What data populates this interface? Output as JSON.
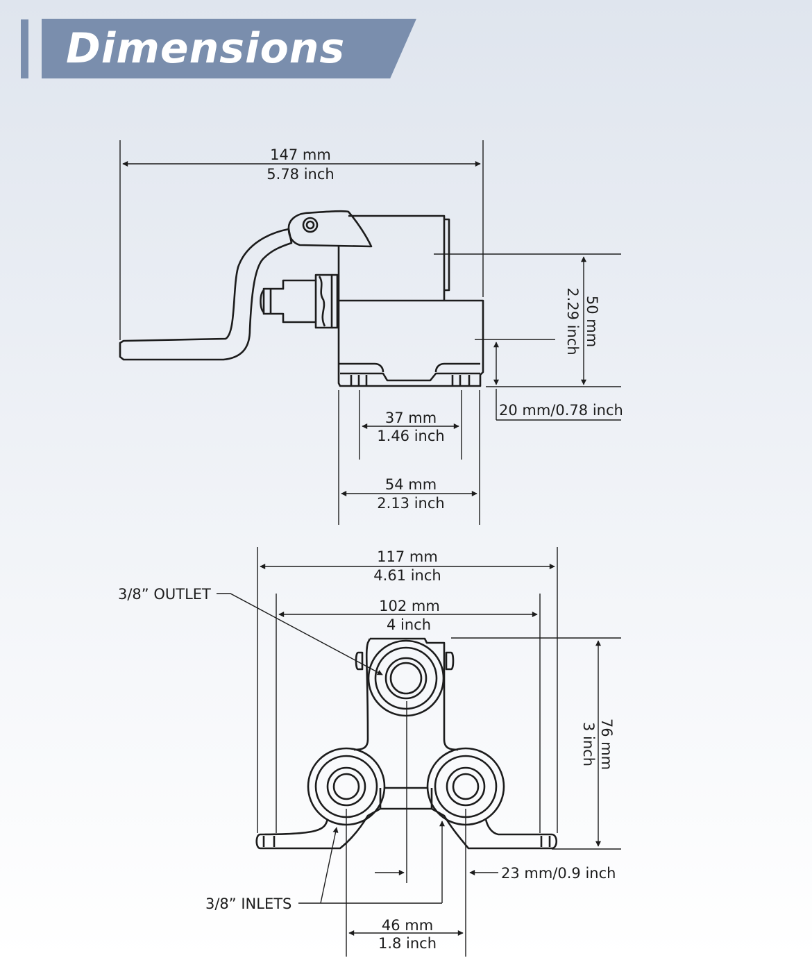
{
  "header": {
    "title": "Dimensions"
  },
  "colors": {
    "banner": "#7a8ead",
    "ink": "#1c1c1c"
  },
  "side_view": {
    "overall_width": {
      "mm": "147 mm",
      "inch": "5.78 inch"
    },
    "height": {
      "mm": "50 mm",
      "inch": "2.29 inch"
    },
    "base_height": {
      "label": "20 mm/0.78 inch"
    },
    "foot_spacing": {
      "mm": "37 mm",
      "inch": "1.46 inch"
    },
    "base_width": {
      "mm": "54 mm",
      "inch": "2.13 inch"
    }
  },
  "front_view": {
    "overall_width": {
      "mm": "117 mm",
      "inch": "4.61 inch"
    },
    "mount_spacing": {
      "mm": "102 mm",
      "inch": "4 inch"
    },
    "height": {
      "mm": "76 mm",
      "inch": "3 inch"
    },
    "offset": {
      "label": "23 mm/0.9 inch"
    },
    "inlet_spacing": {
      "mm": "46 mm",
      "inch": "1.8 inch"
    },
    "outlet_label": "3/8” OUTLET",
    "inlets_label": "3/8” INLETS"
  }
}
